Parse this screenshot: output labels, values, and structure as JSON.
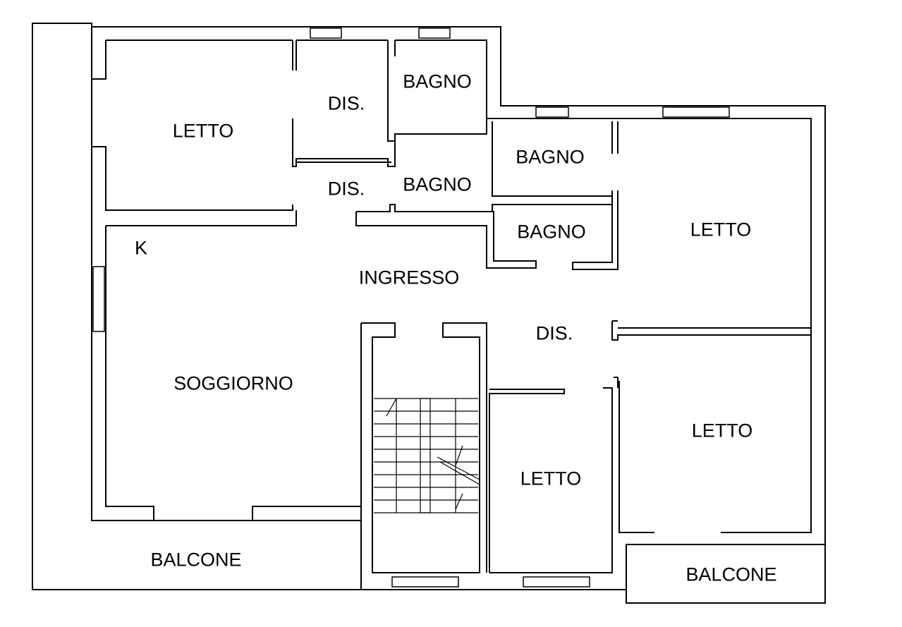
{
  "rooms": {
    "letto_nw": "LETTO",
    "dis_n": "DIS.",
    "bagno_n": "BAGNO",
    "bagno_mid": "BAGNO",
    "bagno_e1": "BAGNO",
    "bagno_e2": "BAGNO",
    "dis_c": "DIS.",
    "letto_ne": "LETTO",
    "k": "K",
    "ingresso": "INGRESSO",
    "dis_e": "DIS.",
    "soggiorno": "SOGGIORNO",
    "letto_se": "LETTO",
    "letto_s": "LETTO",
    "balcone_w": "BALCONE",
    "balcone_e": "BALCONE"
  }
}
